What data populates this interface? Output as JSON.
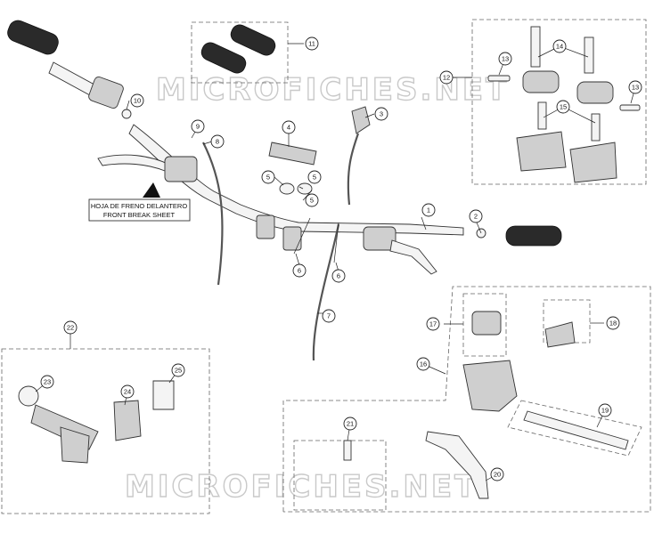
{
  "watermark": "MICROFICHES.NET",
  "note": {
    "line1": "HOJA DE FRENO DELANTERO",
    "line2": "FRONT BREAK SHEET"
  },
  "callouts": [
    "1",
    "2",
    "3",
    "4",
    "5",
    "5",
    "5",
    "6",
    "6",
    "7",
    "8",
    "9",
    "10",
    "11",
    "12",
    "13",
    "13",
    "14",
    "15",
    "16",
    "17",
    "18",
    "19",
    "20",
    "21",
    "22",
    "23",
    "24",
    "25"
  ]
}
